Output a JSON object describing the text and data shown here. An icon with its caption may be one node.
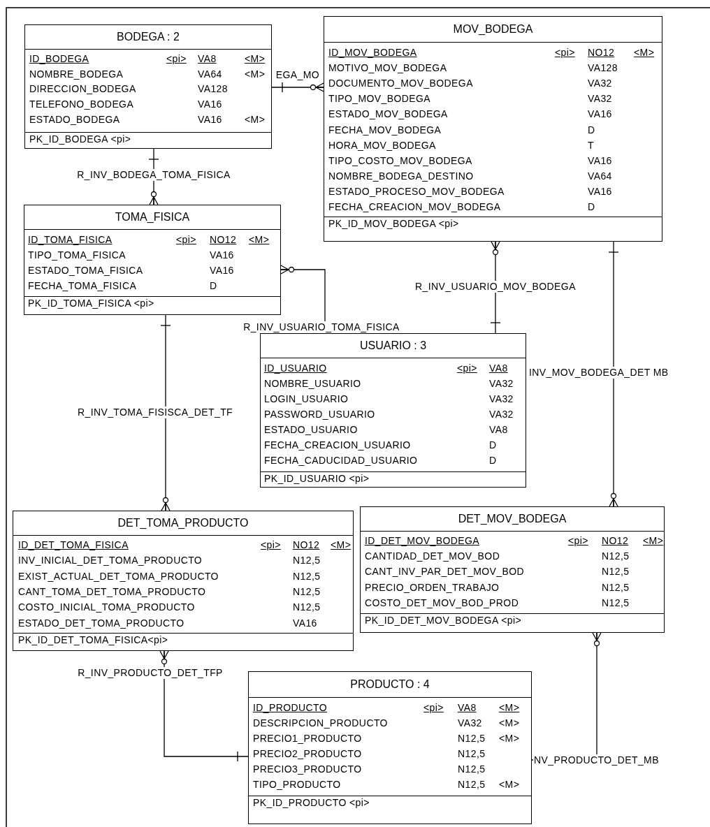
{
  "diagram": {
    "nodes": [
      {
        "text": [
          "BODEGA : 2",
          "ID_BODEGA",
          "<pi>",
          "VA8",
          "<M>",
          "NOMBRE_BODEGA",
          "VA64",
          "<M>",
          "DIRECCION_BODEGA",
          "VA128",
          "TELEFONO_BODEGA",
          "VA16",
          "ESTADO_BODEGA",
          "VA16",
          "<M>",
          "PK_ID_BODEGA <pi>"
        ]
      },
      {
        "text": [
          "MOV_BODEGA",
          "ID_MOV_BODEGA",
          "<pi>",
          "NO12",
          "<M>",
          "MOTIVO_MOV_BODEGA",
          "VA128",
          "DOCUMENTO_MOV_BODEGA",
          "VA32",
          "TIPO_MOV_BODEGA",
          "VA32",
          "ESTADO_MOV_BODEGA",
          "VA16",
          "FECHA_MOV_BODEGA",
          "D",
          "HORA_MOV_BODEGA",
          "T",
          "TIPO_COSTO_MOV_BODEGA",
          "VA16",
          "NOMBRE_BODEGA_DESTINO",
          "VA64",
          "ESTADO_PROCESO_MOV_BODEGA",
          "VA16",
          "FECHA_CREACION_MOV_BODEGA",
          "D",
          "PK_ID_MOV_BODEGA <pi>"
        ]
      },
      {
        "text": [
          "TOMA_FISICA",
          "ID_TOMA_FISICA",
          "<pi>",
          "NO12",
          "<M>",
          "TIPO_TOMA_FISICA",
          "VA16",
          "ESTADO_TOMA_FISICA",
          "VA16",
          "FECHA_TOMA_FISICA",
          "D",
          "PK_ID_TOMA_FISICA <pi>"
        ]
      },
      {
        "text": [
          "USUARIO : 3",
          "ID_USUARIO",
          "<pi>",
          "VA8",
          "NOMBRE_USUARIO",
          "VA32",
          "LOGIN_USUARIO",
          "VA32",
          "PASSWORD_USUARIO",
          "VA32",
          "ESTADO_USUARIO",
          "VA8",
          "FECHA_CREACION_USUARIO",
          "D",
          "FECHA_CADUCIDAD_USUARIO",
          "D",
          "PK_ID_USUARIO <pi>"
        ]
      },
      {
        "text": [
          "DET_TOMA_PRODUCTO",
          "ID_DET_TOMA_FISICA",
          "<pi>",
          "NO12",
          "<M>",
          "INV_INICIAL_DET_TOMA_PRODUCTO",
          "N12,5",
          "EXIST_ACTUAL_DET_TOMA_PRODUCTO",
          "N12,5",
          "CANT_TOMA_DET_TOMA_PRODUCTO",
          "N12,5",
          "COSTO_INICIAL_TOMA_PRODUCTO",
          "N12,5",
          "ESTADO_DET_TOMA_PRODUCTO",
          "VA16",
          "PK_ID_DET_TOMA_FISICA<pi>"
        ]
      },
      {
        "text": [
          "DET_MOV_BODEGA",
          "ID_DET_MOV_BODEGA",
          "<pi>",
          "NO12",
          "<M>",
          "CANTIDAD_DET_MOV_BOD",
          "N12,5",
          "CANT_INV_PAR_DET_MOV_BOD",
          "N12,5",
          "PRECIO_ORDEN_TRABAJO",
          "N12,5",
          "COSTO_DET_MOV_BOD_PROD",
          "N12,5",
          "PK_ID_DET_MOV_BODEGA <pi>"
        ]
      },
      {
        "text": [
          "PRODUCTO : 4",
          "ID_PRODUCTO",
          "<pi>",
          "VA8",
          "<M>",
          "DESCRIPCION_PRODUCTO",
          "VA32",
          "<M>",
          "PRECIO1_PRODUCTO",
          "N12,5",
          "<M>",
          "PRECIO2_PRODUCTO",
          "N12,5",
          "PRECIO3_PRODUCTO",
          "N12,5",
          "TIPO_PRODUCTO",
          "N12,5",
          "<M>",
          "PK_ID_PRODUCTO <pi>"
        ]
      }
    ],
    "edges": [
      {
        "from": 0,
        "to": 1,
        "arrow": "other",
        "label": "EGA_MO"
      },
      {
        "from": 0,
        "to": 2,
        "arrow": "other",
        "label": "R_INV_BODEGA_TOMA_FISICA"
      },
      {
        "from": 3,
        "to": 2,
        "arrow": "other",
        "label": "R_INV_USUARIO_TOMA_FISICA"
      },
      {
        "from": 3,
        "to": 1,
        "arrow": "other",
        "label": "R_INV_USUARIO_MOV_BODEGA"
      },
      {
        "from": 2,
        "to": 4,
        "arrow": "other",
        "label": "R_INV_TOMA_FISISCA_DET_TF"
      },
      {
        "from": 1,
        "to": 5,
        "arrow": "other",
        "label": "INV_MOV_BODEGA_DET MB"
      },
      {
        "from": 6,
        "to": 4,
        "arrow": "other",
        "label": "R_INV_PRODUCTO_DET_TFP"
      },
      {
        "from": 6,
        "to": 5,
        "arrow": "other",
        "label": "NV_PRODUCTO_DET_MB"
      }
    ]
  }
}
